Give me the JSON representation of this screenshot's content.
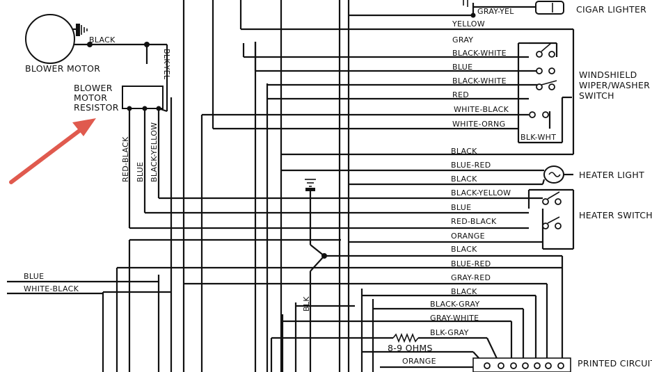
{
  "components": {
    "blower_motor": "BLOWER MOTOR",
    "resistor_line1": "BLOWER",
    "resistor_line2": "MOTOR",
    "resistor_line3": "RESISTOR",
    "cigar_lighter": "CIGAR LIGHTER",
    "wiper_line1": "WINDSHIELD",
    "wiper_line2": "WIPER/WASHER",
    "wiper_line3": "SWITCH",
    "heater_light": "HEATER LIGHT",
    "heater_switch": "HEATER SWITCH",
    "printed_circuit": "PRINTED CIRCUIT",
    "resistor_value": "8-9 OHMS"
  },
  "wire_labels": {
    "black_top": "BLACK",
    "blk_yel_vertical": "BLK-YEL",
    "red_black_vertical": "RED-BLACK",
    "blue_vertical": "BLUE",
    "black_yellow_vertical": "BLACK-YELLOW",
    "gray_yel": "GRAY-YEL",
    "yellow": "YELLOW",
    "gray": "GRAY",
    "black_white_1": "BLACK-WHITE",
    "blue_1": "BLUE",
    "black_white_2": "BLACK-WHITE",
    "red": "RED",
    "white_black_1": "WHITE-BLACK",
    "white_orng": "WHITE-ORNG",
    "blk_wht": "BLK-WHT",
    "black_1": "BLACK",
    "blue_red_1": "BLUE-RED",
    "black_2": "BLACK",
    "black_yellow_h": "BLACK-YELLOW",
    "blue_2": "BLUE",
    "red_black_h": "RED-BLACK",
    "orange_1": "ORANGE",
    "black_3": "BLACK",
    "blue_red_2": "BLUE-RED",
    "gray_red": "GRAY-RED",
    "black_4": "BLACK",
    "black_gray_1": "BLACK-GRAY",
    "gray_white": "GRAY-WHITE",
    "blk_gray": "BLK-GRAY",
    "orange_2": "ORANGE",
    "blk_vertical": "BLK",
    "left_blue": "BLUE",
    "left_white_black": "WHITE-BLACK"
  },
  "colors": {
    "ink": "#111111",
    "arrow": "#e05a4e"
  }
}
